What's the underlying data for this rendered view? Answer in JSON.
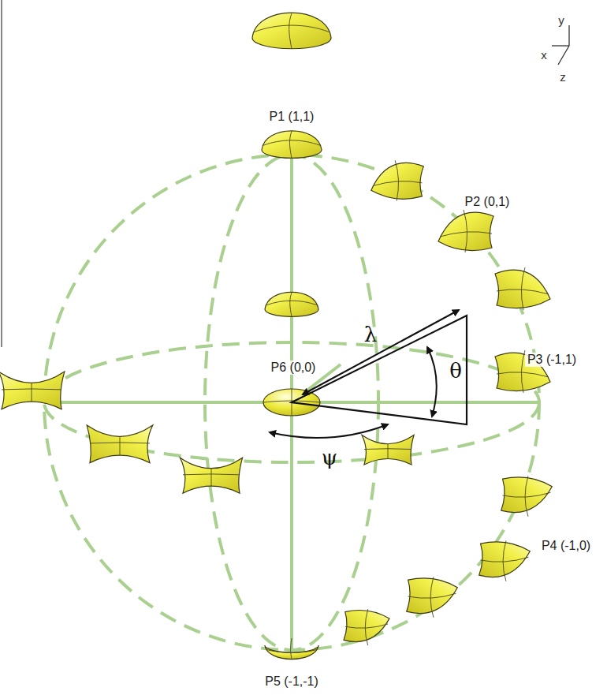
{
  "diagram": {
    "labels": [
      "y",
      "x",
      "z",
      "P1 (1,1)",
      "P2 (0,1)",
      "P3 (-1,1)",
      "P4 (-1,0)",
      "P5 (-1,-1)",
      "P6 (0,0)",
      "λ",
      "θ",
      "ψ"
    ]
  }
}
